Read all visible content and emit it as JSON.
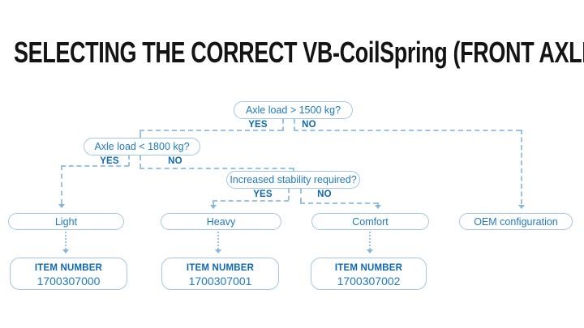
{
  "title": "SELECTING THE CORRECT VB-CoilSpring (FRONT AXLE)",
  "flowchart": {
    "decisions": [
      {
        "label": "Axle load > 1500 kg?",
        "yes": "YES",
        "no": "NO"
      },
      {
        "label": "Axle load < 1800 kg?",
        "yes": "YES",
        "no": "NO"
      },
      {
        "label": "Increased stability required?",
        "yes": "YES",
        "no": "NO"
      }
    ],
    "results": [
      {
        "label": "Light"
      },
      {
        "label": "Heavy"
      },
      {
        "label": "Comfort"
      },
      {
        "label": "OEM configuration"
      }
    ],
    "item_boxes": [
      {
        "heading": "ITEM NUMBER",
        "number": "1700307000"
      },
      {
        "heading": "ITEM NUMBER",
        "number": "1700307001"
      },
      {
        "heading": "ITEM NUMBER",
        "number": "1700307002"
      }
    ],
    "colors": {
      "accent_text": "#1f7ac3",
      "accent_bold": "#0d68b4",
      "line": "#9cc2e3",
      "title": "#141414"
    }
  }
}
